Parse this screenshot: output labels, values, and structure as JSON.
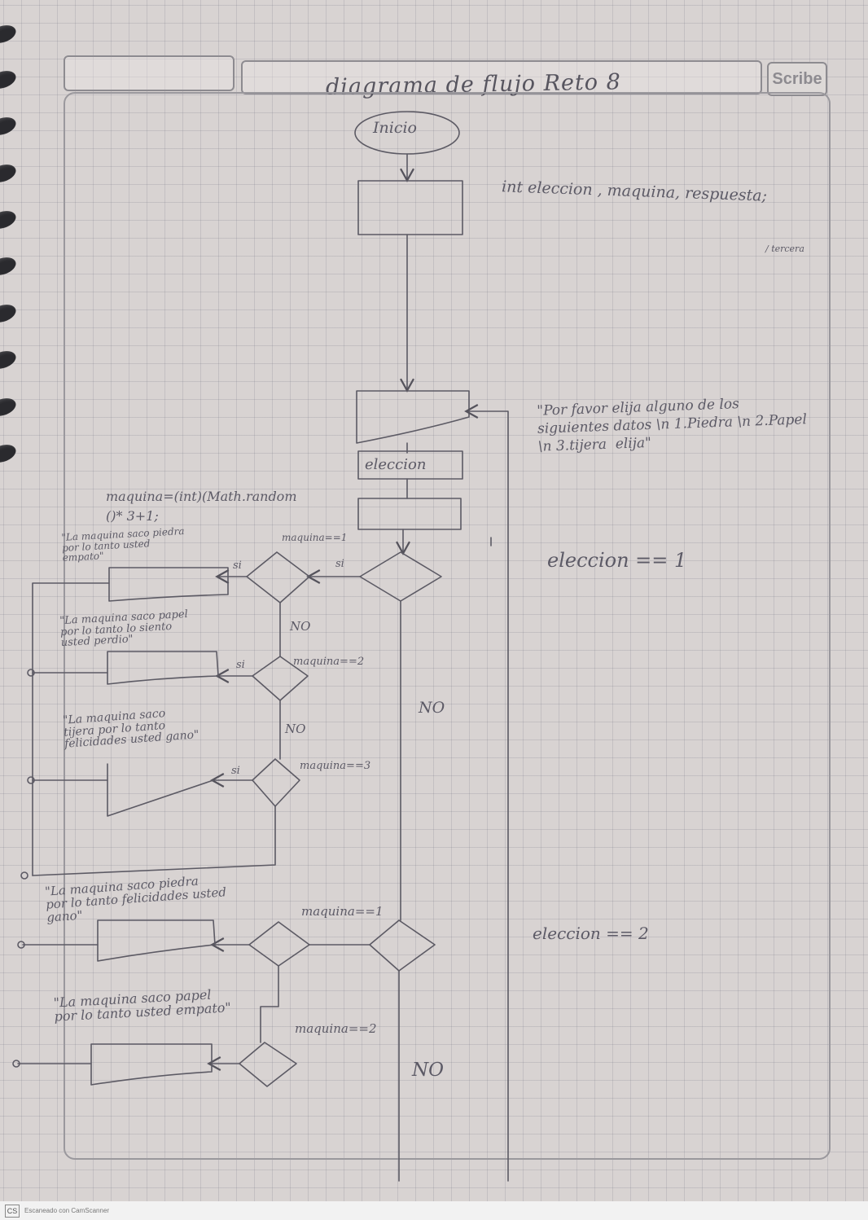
{
  "header": {
    "title": "diagrama de flujo Reto 8",
    "brand": "Scribe"
  },
  "labels": {
    "start": "Inicio",
    "declaration": "int eleccion , maquina, respuesta;",
    "declaration_fragment": "/ tercera",
    "prompt": "\"Por favor elija alguno de los\nsiguientes datos \\n 1.Piedra \\n 2.Papel\n\\n 3.tijera  elija\"",
    "input_var": "eleccion",
    "random_assign": "maquina=(int)(Math.random\n()* 3+1;",
    "cond_elec_1": "eleccion == 1",
    "cond_elec_2": "eleccion == 2",
    "q1_m1": "maquina==1",
    "q1_m2": "maquina==2",
    "q1_m3": "maquina==3",
    "q2_m1": "maquina==1",
    "q2_m2": "maquina==2",
    "msg_piedra_perdio": "\"La maquina saco piedra\npor lo tanto usted\nempato\"",
    "msg_papel_perdio": "\"La maquina saco papel\npor lo tanto lo siento\nusted perdio\"",
    "msg_tijera_gano": "\"La maquina saco\ntijera por lo tanto\nfelicidades usted gano\"",
    "msg_piedra_gano": "\"La maquina saco piedra\npor lo tanto felicidades usted\ngano\"",
    "msg_papel_empato": "\"La maquina saco papel\npor lo tanto usted empato\"",
    "si": "si",
    "no": "NO"
  },
  "footer": {
    "logo": "CS",
    "text": "Escaneado con CamScanner"
  }
}
